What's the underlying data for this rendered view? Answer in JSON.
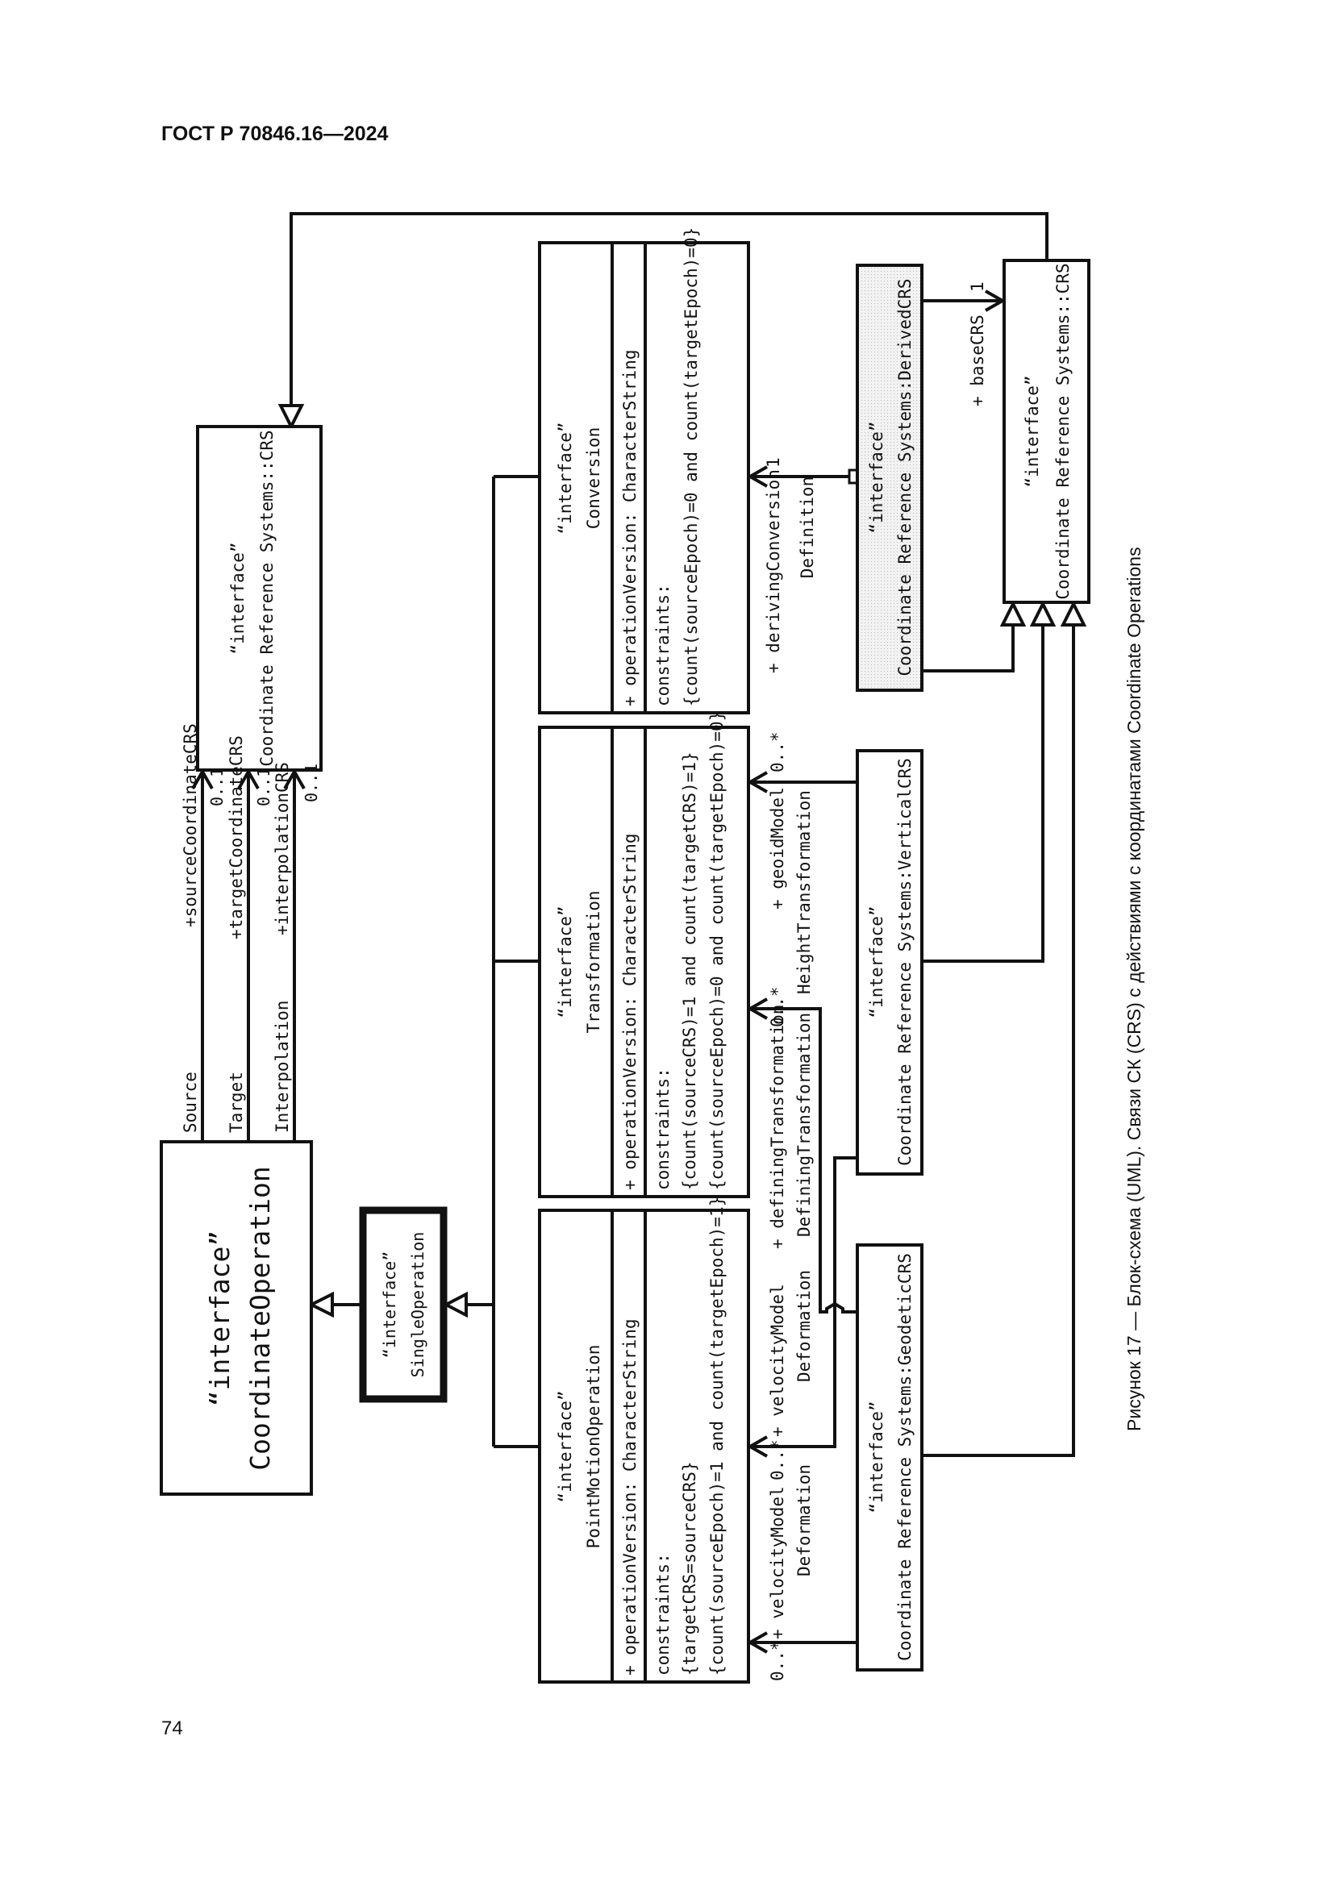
{
  "header": {
    "title": "ГОСТ Р 70846.16—2024"
  },
  "page_number": "74",
  "caption": "Рисунок 17 — Блок-схема (UML). Связи СК (CRS) с действиями с координатами Coordinate Operations",
  "classes": {
    "crs_top": {
      "stereotype": "“interface”",
      "name": "Coordinate Reference Systems::CRS"
    },
    "coordinate_operation": {
      "stereotype": "“interface”",
      "name": "CoordinateOperation"
    },
    "single_operation": {
      "stereotype": "“interface”",
      "name": "SingleOperation"
    },
    "conversion": {
      "stereotype": "“interface”",
      "name": "Conversion",
      "attribute": "+ operationVersion: CharacterString",
      "constraints": [
        "constraints:",
        "{count(sourceEpoch)=0 and count(targetEpoch)=0}"
      ]
    },
    "transformation": {
      "stereotype": "“interface”",
      "name": "Transformation",
      "attribute": "+ operationVersion: CharacterString",
      "constraints": [
        "constraints:",
        "{count(sourceCRS)=1 and count(targetCRS)=1}",
        "{count(sourceEpoch)=0 and count(targetEpoch)=0}"
      ]
    },
    "point_motion": {
      "stereotype": "“interface”",
      "name": "PointMotionOperation",
      "attribute": "+ operationVersion: CharacterString",
      "constraints": [
        "constraints:",
        "{targetCRS=sourceCRS}",
        "{count(sourceEpoch)=1 and count(targetEpoch)=1}"
      ]
    },
    "derived_crs": {
      "stereotype": "“interface”",
      "name": "Coordinate Reference Systems:DerivedCRS"
    },
    "crs_right": {
      "stereotype": "“interface”",
      "name": "Coordinate Reference Systems::CRS"
    },
    "vertical_crs": {
      "stereotype": "“interface”",
      "name": "Coordinate Reference Systems:VerticalCRS"
    },
    "geodetic_crs": {
      "stereotype": "“interface”",
      "name": "Coordinate Reference Systems:GeodeticCRS"
    }
  },
  "associations": {
    "source": {
      "name": "Source",
      "role": "+sourceCoordinateCRS",
      "mult": "0..1"
    },
    "target": {
      "name": "Target",
      "role": "+targetCoordinateCRS",
      "mult": "0..1"
    },
    "interpolation": {
      "name": "Interpolation",
      "role": "+interpolationCRS",
      "mult": "0..1"
    },
    "deriving": {
      "role": "+ derivingConversion",
      "mult": "1",
      "name": "Definition"
    },
    "base": {
      "role": "+ baseCRS",
      "mult": "1"
    },
    "geoid": {
      "role": "+ geoidModel",
      "mult": "0..*",
      "name": "HeightTransformation"
    },
    "defining": {
      "role": "+ definingTransformation",
      "mult": "0..*",
      "name": "DefiningTransformation"
    },
    "velocity_mid": {
      "role": "+ velocityModel",
      "mult": "0..*",
      "name": "Deformation"
    },
    "velocity_bottom": {
      "role": "+ velocityModel",
      "mult": "0..*",
      "name": "Deformation"
    }
  }
}
